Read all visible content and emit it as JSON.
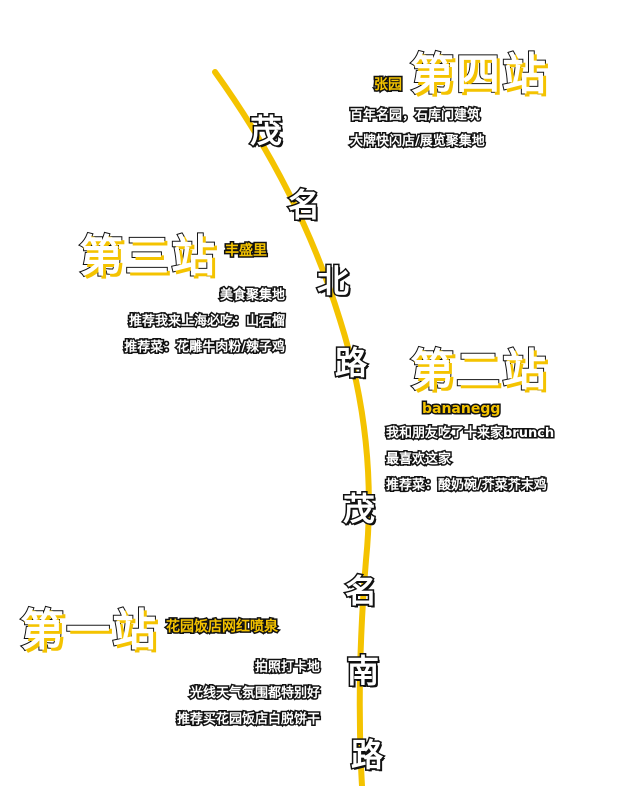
{
  "route_color": "#f4c300",
  "road_chars": [
    "茂",
    "名",
    "北",
    "路",
    "茂",
    "名",
    "南",
    "路"
  ],
  "stops": {
    "stop4": {
      "title": "第四站",
      "tag": "张园",
      "notes": [
        "百年名园，石库门建筑",
        "大牌快闪店/展览聚集地"
      ]
    },
    "stop3": {
      "title": "第三站",
      "tag": "丰盛里",
      "notes": [
        "美食聚集地",
        "推荐我来上海必吃：山石榴",
        "推荐菜：花雕牛肉粉/辣子鸡"
      ]
    },
    "stop2": {
      "title": "第二站",
      "tag": "bananegg",
      "notes": [
        "我和朋友吃了十来家brunch",
        "最喜欢这家",
        "推荐菜：酸奶碗/芥菜芥末鸡"
      ]
    },
    "stop1": {
      "title": "第一站",
      "tag": "花园饭店网红喷泉",
      "notes": [
        "拍照打卡地",
        "光线天气氛围都特别好",
        "推荐买花园饭店白脱饼干"
      ]
    }
  }
}
